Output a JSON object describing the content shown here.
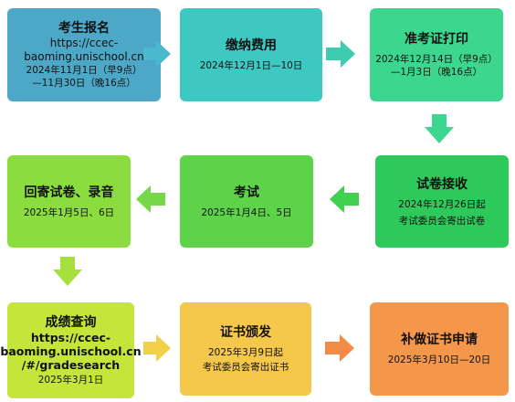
{
  "steps": [
    {
      "id": "register",
      "title": "考生报名",
      "lines": [
        "2024年11月1日（早9点）",
        "—11月30日（晚16点）"
      ],
      "url_lines": [
        "https://ccec-",
        "baoming.unischool.cn"
      ],
      "color": "#4DA8C8"
    },
    {
      "id": "payment",
      "title": "缴纳费用",
      "lines": [
        "2024年12月1日—10日"
      ],
      "color": "#3DC9C2"
    },
    {
      "id": "admit-card",
      "title": "准考证打印",
      "lines": [
        "2024年12月14日（早9点）",
        "—1月3日（晚16点）"
      ],
      "color": "#3DD68E"
    },
    {
      "id": "receive-papers",
      "title": "试卷接收",
      "lines": [
        "2024年12月26日起",
        "考试委员会寄出试卷"
      ],
      "color": "#2DC95A"
    },
    {
      "id": "exam",
      "title": "考试",
      "lines": [
        "2025年1月4日、5日"
      ],
      "color": "#5ED34A"
    },
    {
      "id": "return-papers",
      "title": "回寄试卷、录音",
      "lines": [
        "2025年1月5日、6日"
      ],
      "color": "#8BDC3E"
    },
    {
      "id": "results",
      "title": "成绩查询",
      "url_lines": [
        "https://ccec-",
        "baoming.unischool.cn",
        "/#/gradesearch"
      ],
      "lines": [
        "2025年3月1日"
      ],
      "color": "#C6E53A"
    },
    {
      "id": "certificate",
      "title": "证书颁发",
      "lines": [
        "2025年3月9日起",
        "考试委员会寄出证书"
      ],
      "color": "#F5C74A"
    },
    {
      "id": "reissue",
      "title": "补做证书申请",
      "lines": [
        "2025年3月10日—20日"
      ],
      "color": "#F4974A"
    }
  ],
  "arrow_colors": {
    "row1": "#4AB8CF",
    "r1_r2": "#3DD68E",
    "row2": "#6ED44A",
    "r2_r3": "#A6E03C",
    "row3_a": "#F2D04A",
    "row3_b": "#F28C45"
  }
}
